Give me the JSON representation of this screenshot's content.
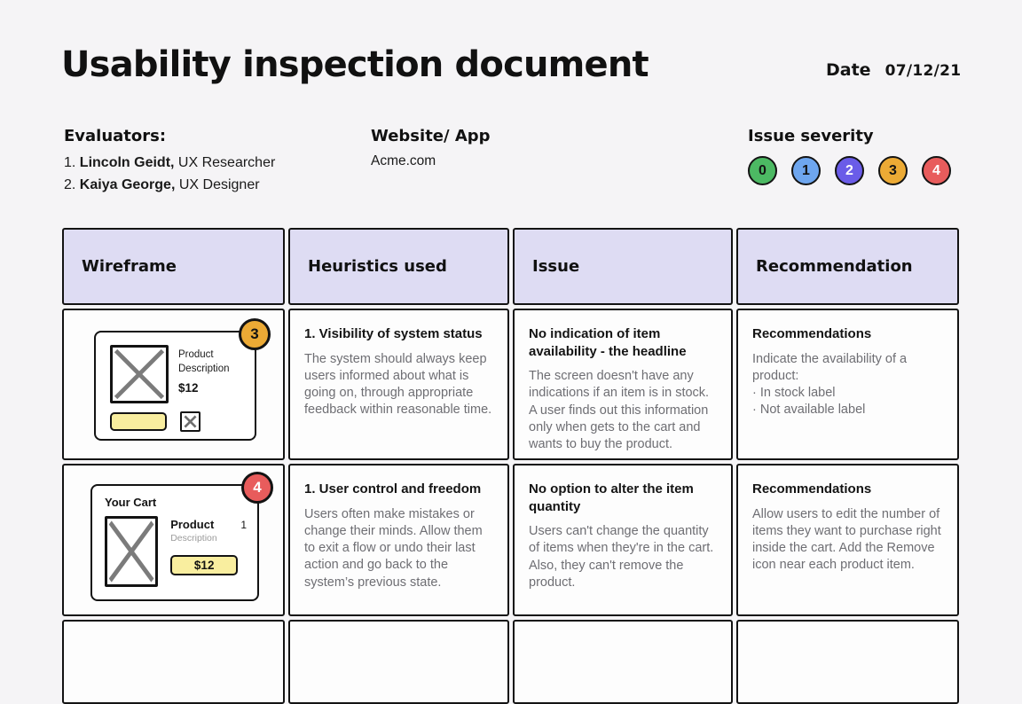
{
  "accent_colors": {
    "page_bg": "#f5f4f6",
    "header_bg": "#dedcf3",
    "ink": "#131313",
    "muted_text": "#6e6e73",
    "wireframe_yellow": "#f9ee9f"
  },
  "page": {
    "title": "Usability inspection document",
    "date_label": "Date",
    "date_value": "07/12/21"
  },
  "evaluators": {
    "label": "Evaluators:",
    "items": [
      {
        "num": "1. ",
        "name": "Lincoln Geidt,",
        "role": " UX Researcher"
      },
      {
        "num": "2. ",
        "name": "Kaiya George,",
        "role": " UX Designer"
      }
    ]
  },
  "website": {
    "label": "Website/ App",
    "value": "Acme.com"
  },
  "severity": {
    "label": "Issue severity",
    "badges": [
      {
        "value": "0",
        "bg": "#4cb963",
        "fg": "#131313"
      },
      {
        "value": "1",
        "bg": "#6ea6ef",
        "fg": "#131313"
      },
      {
        "value": "2",
        "bg": "#6a5ce8",
        "fg": "#ffffff"
      },
      {
        "value": "3",
        "bg": "#ecaa35",
        "fg": "#131313"
      },
      {
        "value": "4",
        "bg": "#e85c5c",
        "fg": "#ffffff"
      }
    ]
  },
  "table": {
    "headers": [
      "Wireframe",
      "Heuristics used",
      "Issue",
      "Recommendation"
    ],
    "rows": [
      {
        "wireframe": {
          "badge": {
            "value": "3",
            "bg": "#ecaa35",
            "fg": "#131313"
          },
          "product_line1": "Product",
          "product_line2": "Description",
          "price": "$12"
        },
        "heuristic": {
          "title": "1. Visibility of system status",
          "body": "The system should always keep users informed about what is going on, through appropriate feedback within reasonable time."
        },
        "issue": {
          "title": "No indication of item availability - the headline",
          "body": "The screen doesn't have any indications if an item is in stock. A user finds out this information only when gets to the cart and wants to buy the product."
        },
        "recommendation": {
          "title": "Recommendations",
          "body": "Indicate the availability of a product:",
          "bullets": "· In stock label\n· Not available label"
        }
      },
      {
        "wireframe": {
          "badge": {
            "value": "4",
            "bg": "#e85c5c",
            "fg": "#ffffff"
          },
          "cart_title": "Your Cart",
          "product_name": "Product",
          "quantity": "1",
          "product_desc": "Description",
          "price": "$12"
        },
        "heuristic": {
          "title": "1. User control and freedom",
          "body": "Users often make mistakes or change their minds. Allow them to exit a flow or undo their last action and go back to the system’s previous state."
        },
        "issue": {
          "title": "No option to alter the item quantity",
          "body": "Users can't change the quantity of items when they're in the cart. Also, they can't remove the product."
        },
        "recommendation": {
          "title": "Recommendations",
          "body": "Allow users to edit the number of items they want to purchase right inside the cart. Add the Remove icon near each product item."
        }
      }
    ]
  }
}
